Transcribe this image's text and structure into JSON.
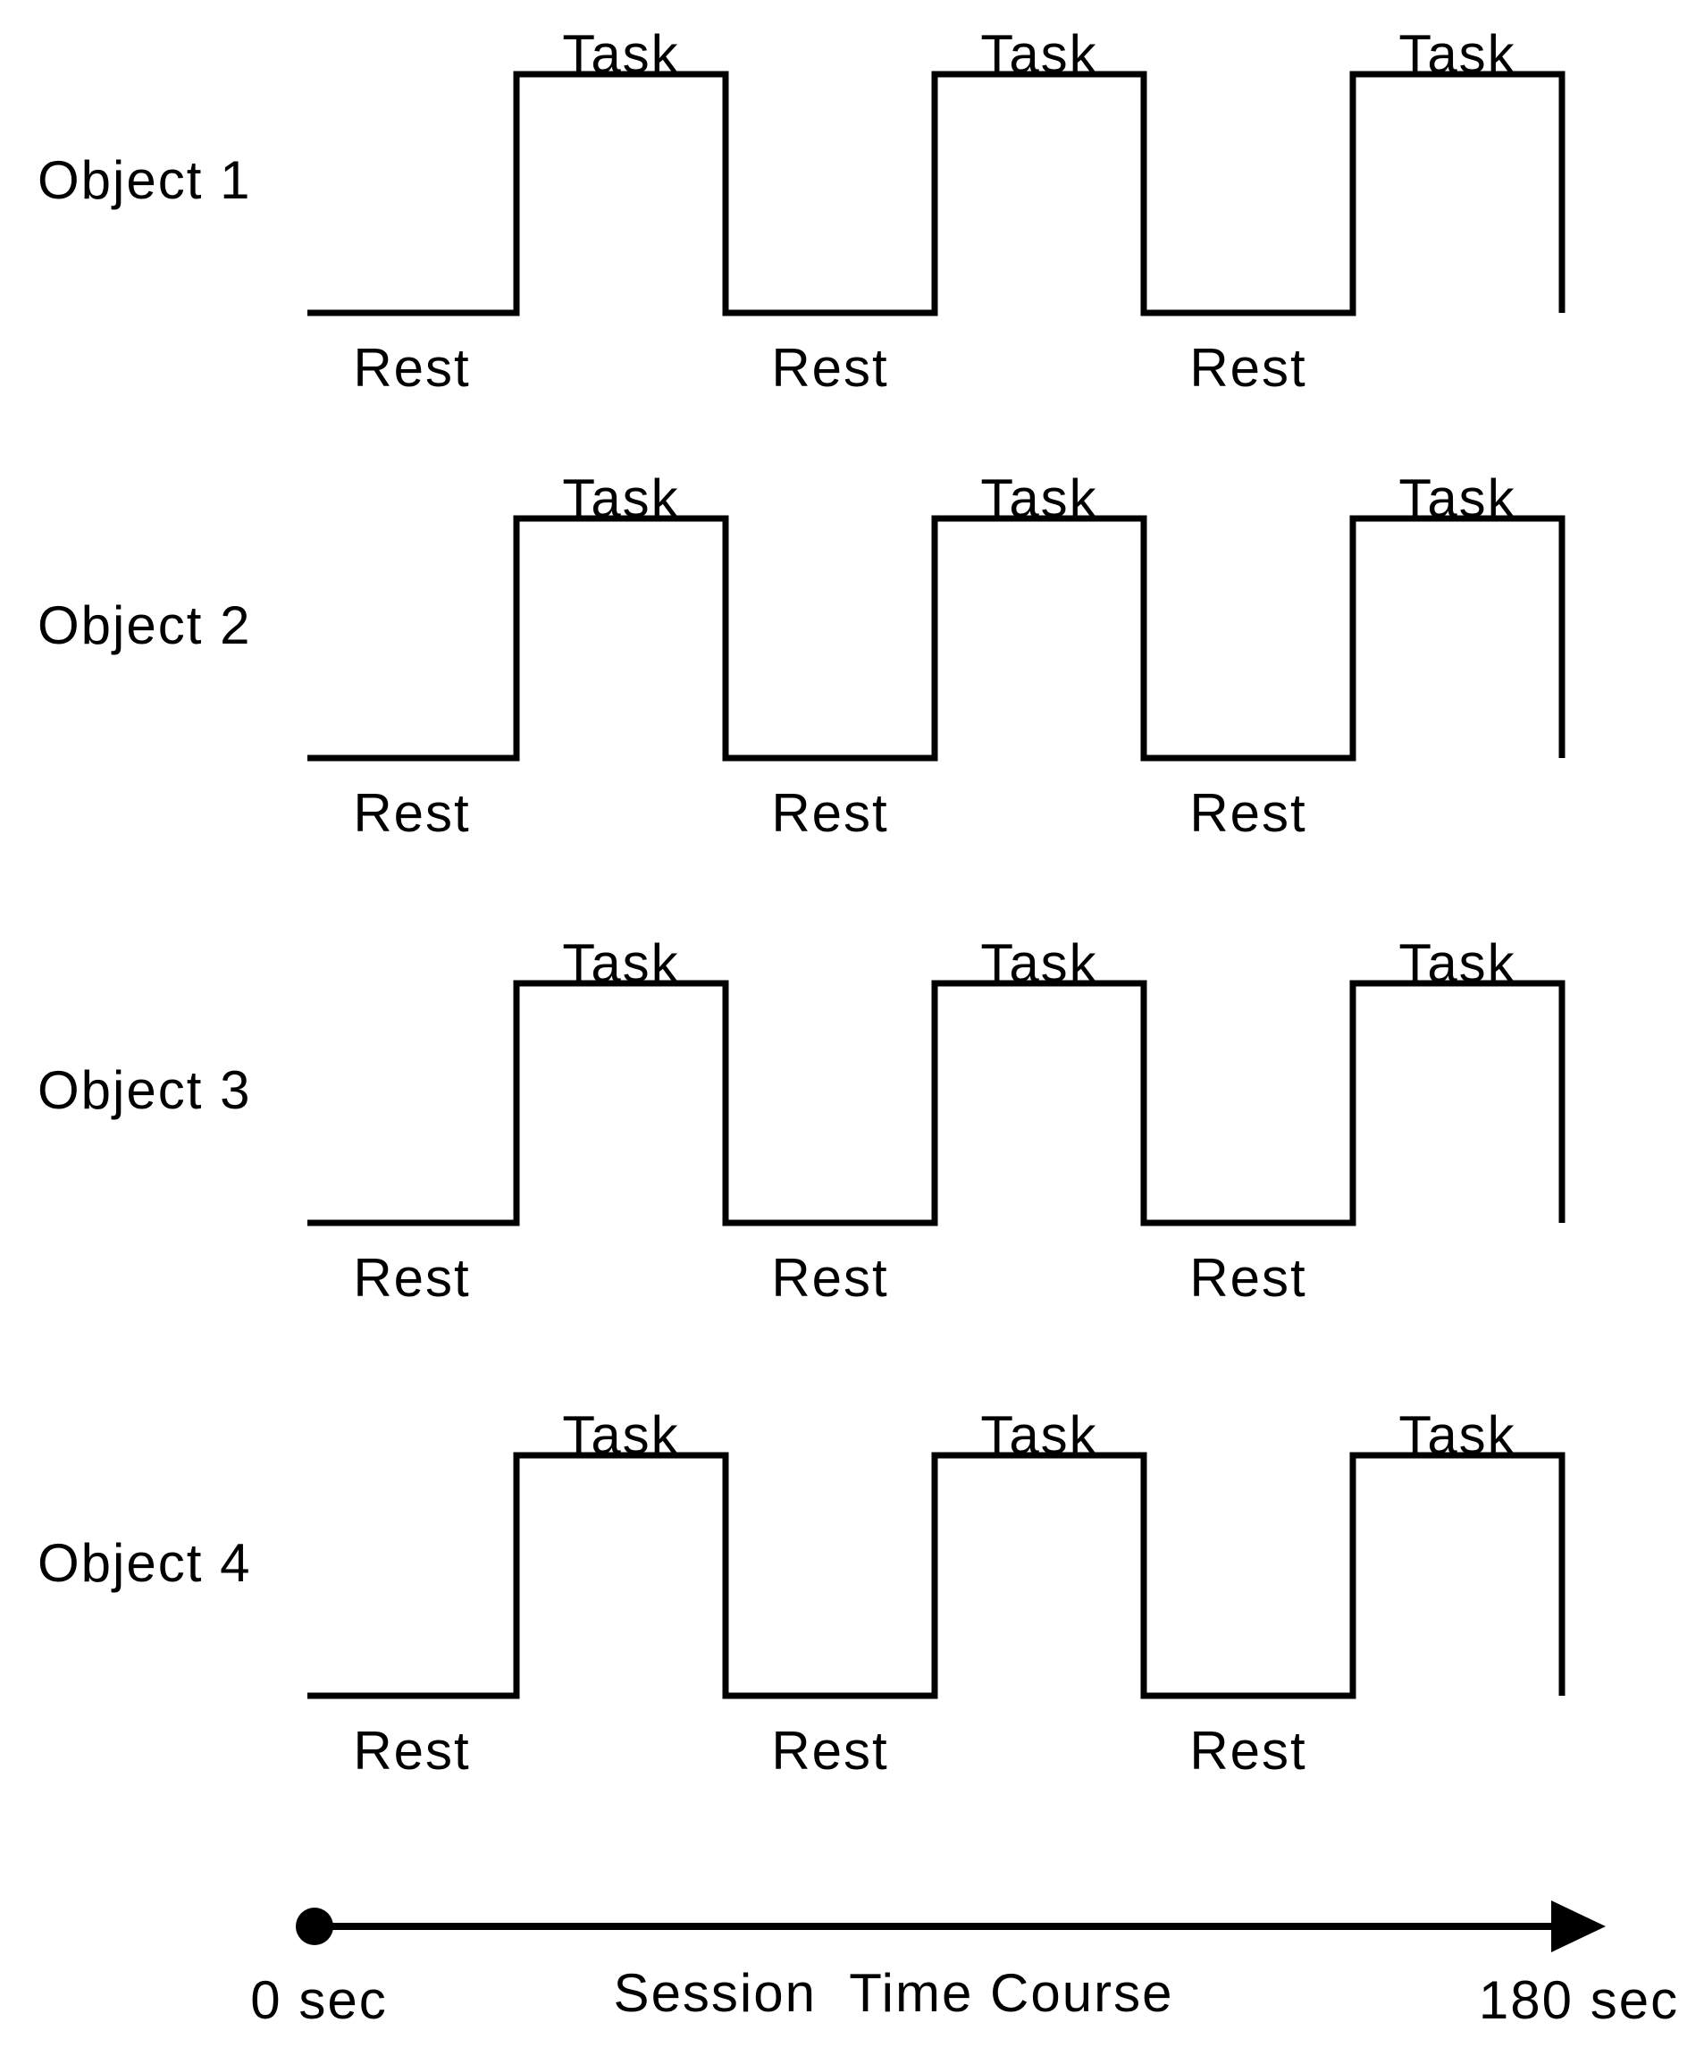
{
  "rows": [
    {
      "label": "Object 1",
      "task_labels": [
        "Task",
        "Task",
        "Task"
      ],
      "rest_labels": [
        "Rest",
        "Rest",
        "Rest"
      ]
    },
    {
      "label": "Object 2",
      "task_labels": [
        "Task",
        "Task",
        "Task"
      ],
      "rest_labels": [
        "Rest",
        "Rest",
        "Rest"
      ]
    },
    {
      "label": "Object 3",
      "task_labels": [
        "Task",
        "Task",
        "Task"
      ],
      "rest_labels": [
        "Rest",
        "Rest",
        "Rest"
      ]
    },
    {
      "label": "Object 4",
      "task_labels": [
        "Task",
        "Task",
        "Task"
      ],
      "rest_labels": [
        "Rest",
        "Rest",
        "Rest"
      ]
    }
  ],
  "axis": {
    "start": "0 sec",
    "title": "Session  Time Course",
    "end": "180 sec"
  },
  "timing": {
    "session_range_sec": [
      0,
      180
    ],
    "block_duration_sec": 30,
    "sequence": [
      "Rest",
      "Task",
      "Rest",
      "Task",
      "Rest",
      "Task"
    ]
  },
  "colors": {
    "line": "#000000",
    "text": "#000000",
    "background": "#ffffff"
  }
}
